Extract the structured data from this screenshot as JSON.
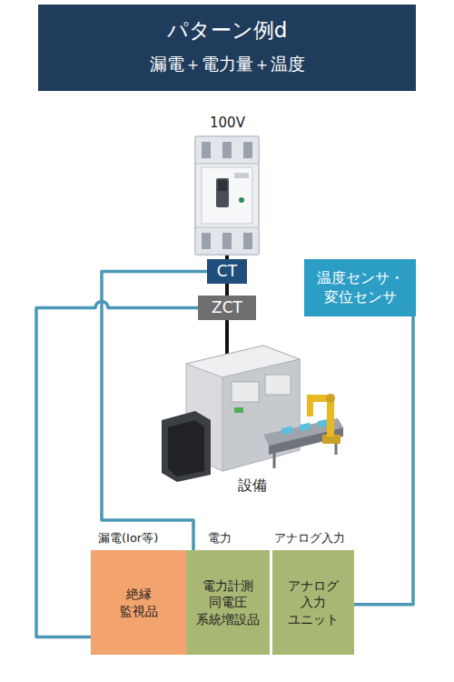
{
  "diagram": {
    "title": "パターン例d",
    "nodes": [
      {
        "text": [
          "CT"
        ]
      },
      {
        "text": [
          "ZCT"
        ]
      },
      {
        "text": [
          "温度センサ・ 変位センサ"
        ]
      },
      {
        "text": [
          "漏電(Ior等)",
          "絶縁 監視品"
        ]
      },
      {
        "text": [
          "電力",
          "電力計測 同電圧 系統増設品"
        ]
      },
      {
        "text": [
          "アナログ入力",
          "アナログ 入力 ユニット"
        ]
      }
    ],
    "edges": [
      {
        "from": 0,
        "to": 4,
        "arrow": "none"
      },
      {
        "from": 1,
        "to": 3,
        "arrow": "none"
      },
      {
        "from": 2,
        "to": 5,
        "arrow": "none"
      }
    ],
    "labels": [
      "漏電＋電力量＋温度",
      "100V",
      "設備"
    ]
  }
}
